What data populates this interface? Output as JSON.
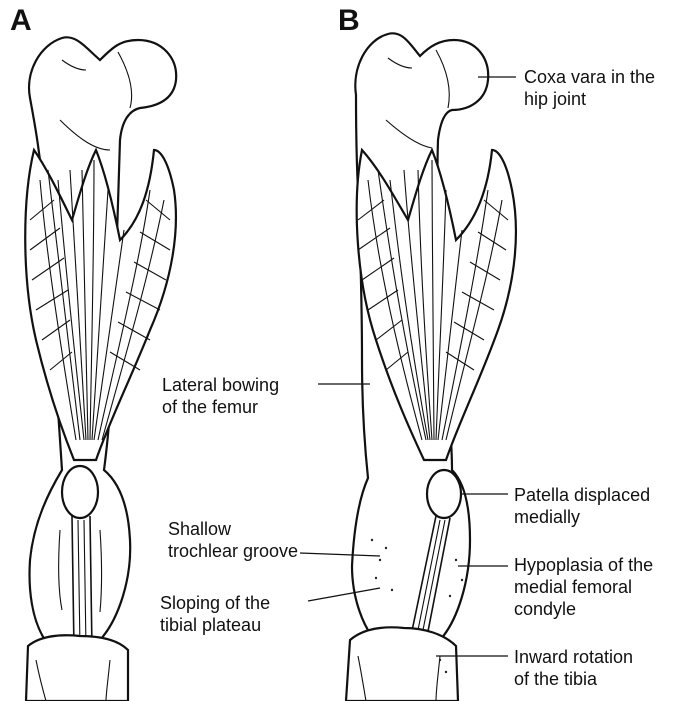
{
  "panels": {
    "a": "A",
    "b": "B"
  },
  "labels": {
    "coxa": [
      "Coxa vara in the",
      "hip joint"
    ],
    "bowing": [
      "Lateral bowing",
      "of the femur"
    ],
    "shallow": [
      "Shallow",
      "trochlear groove"
    ],
    "sloping": [
      "Sloping of the",
      "tibial plateau"
    ],
    "patella": [
      "Patella displaced",
      "medially"
    ],
    "hypoplasia": [
      "Hypoplasia of the",
      "medial femoral",
      "condyle"
    ],
    "inward": [
      "Inward rotation",
      "of the tibia"
    ]
  }
}
